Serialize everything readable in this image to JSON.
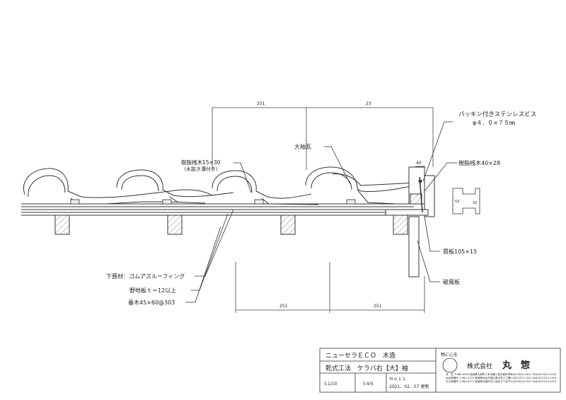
{
  "dimensions": {
    "top_left": "251",
    "top_right": "23",
    "small_right": "40",
    "bottom_left": "251",
    "bottom_right": "251",
    "side_a": "53",
    "side_b": "32"
  },
  "labels": {
    "screw_line1": "パッキン付きステンレスビス",
    "screw_line2": "φ４．０×７５㎜",
    "sleeve_tile": "大袖瓦",
    "resin_batten_line1": "樹脂桟木15×30",
    "resin_batten_line2": "（水抜き溝付き）",
    "resin_batten_right": "樹脂桟木40×28",
    "underlay": "下葺材：ゴムアスルーフィング",
    "sheathing": "野地板ｔ＝12以上",
    "rafter": "垂木45×60@303",
    "through_board": "貫板105×15",
    "gable_board": "破風板"
  },
  "title_block": {
    "product": "ニューセラＥＣＯ　木造",
    "drawing_title": "乾式工法　ケラバ右【大】袖",
    "scale_label": "Ｓ1/10",
    "sheet": "Ｓ4/5",
    "date_label": "Ｎｏ１１",
    "date": "2021．02．07 更新",
    "slogan": "物に心を",
    "company": "株式会社",
    "company_name": "丸　惣",
    "address_lines": [
      "本　社 〒989-6236 宮城県大崎市三本木蟻ヶ袋字新町１０",
      "仙台営業所 〒981-3133 宮城県仙台市泉区泉中央３丁目",
      "古川営業所 〒989-6171 宮城県大崎市古川北町２丁目"
    ],
    "tel_lines": [
      "TEL(0229)52-4811 FAX(0229)52-5229",
      "TEL(022)372-1313 FAX(022)372-1316",
      "TEL(0229)24-3313 FAX(0229)24-3315"
    ]
  }
}
